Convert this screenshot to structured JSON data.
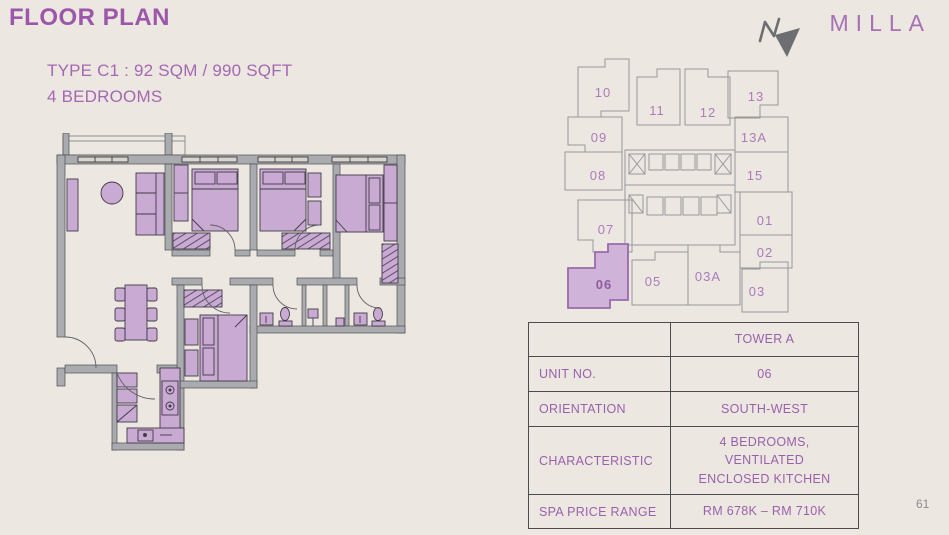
{
  "header": {
    "title": "FLOOR PLAN",
    "type_line": "TYPE C1 : 92 SQM / 990 SQFT",
    "bedrooms_line": "4 BEDROOMS"
  },
  "brand": {
    "logo_text": "MILLA"
  },
  "icons": {
    "north_arrow": "north-arrow-icon"
  },
  "keyplan": {
    "highlighted_unit": "06",
    "units": [
      {
        "label": "10",
        "highlighted": false
      },
      {
        "label": "11",
        "highlighted": false
      },
      {
        "label": "12",
        "highlighted": false
      },
      {
        "label": "13",
        "highlighted": false
      },
      {
        "label": "09",
        "highlighted": false
      },
      {
        "label": "13A",
        "highlighted": false
      },
      {
        "label": "08",
        "highlighted": false
      },
      {
        "label": "15",
        "highlighted": false
      },
      {
        "label": "07",
        "highlighted": false
      },
      {
        "label": "01",
        "highlighted": false
      },
      {
        "label": "02",
        "highlighted": false
      },
      {
        "label": "06",
        "highlighted": true
      },
      {
        "label": "05",
        "highlighted": false
      },
      {
        "label": "03A",
        "highlighted": false
      },
      {
        "label": "03",
        "highlighted": false
      }
    ]
  },
  "unit_table": {
    "rows": [
      {
        "label": "",
        "value": "TOWER A"
      },
      {
        "label": "UNIT NO.",
        "value": "06"
      },
      {
        "label": "ORIENTATION",
        "value": "SOUTH-WEST"
      },
      {
        "label": "CHARACTERISTIC",
        "value": "4 BEDROOMS, VENTILATED ENCLOSED KITCHEN"
      },
      {
        "label": "SPA PRICE RANGE",
        "value": "RM 678K – RM 710K"
      }
    ]
  },
  "footer": {
    "page_number": "61"
  },
  "colors": {
    "background": "#ece7e1",
    "accent_purple": "#9c57ab",
    "text_purple": "#a468b2",
    "furniture_lilac": "#c9aad3",
    "wall_gray": "#a9abae",
    "keyplan_outline": "#96989b",
    "highlight_fill": "#cfb3d9",
    "highlight_stroke": "#9b6aab",
    "table_border": "#4b4c4e"
  }
}
